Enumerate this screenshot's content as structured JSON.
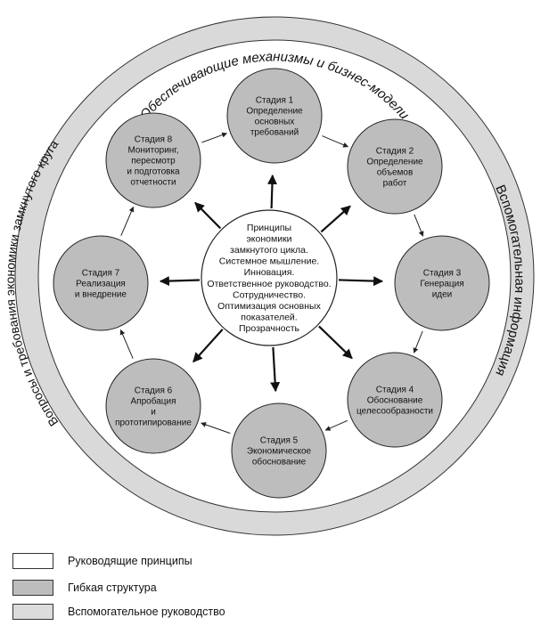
{
  "ring_labels": {
    "top": "Обеспечивающие механизмы и бизнес-модели",
    "right": "Вспомогательная информация",
    "left": "Вопросы и требования экономики замкнутого круга"
  },
  "center": {
    "lines": [
      "Принципы",
      "экономики",
      "замкнутого цикла.",
      "Системное мышление.",
      "Инновация.",
      "Ответственное руководство.",
      "Сотрудничество.",
      "Оптимизация основных",
      "показателей.",
      "Прозрачность"
    ]
  },
  "stages": [
    {
      "lines": [
        "Стадия 1",
        "Определение",
        "основных",
        "требований"
      ]
    },
    {
      "lines": [
        "Стадия 2",
        "Определение",
        "объемов",
        "работ"
      ]
    },
    {
      "lines": [
        "Стадия 3",
        "Генерация",
        "идеи"
      ]
    },
    {
      "lines": [
        "Стадия 4",
        "Обоснование",
        "целесообразности"
      ]
    },
    {
      "lines": [
        "Стадия 5",
        "Экономическое",
        "обоснование"
      ]
    },
    {
      "lines": [
        "Стадия 6",
        "Апробация",
        "и",
        "прототипирование"
      ]
    },
    {
      "lines": [
        "Стадия 7",
        "Реализация",
        "и внедрение"
      ]
    },
    {
      "lines": [
        "Стадия 8",
        "Мониторинг,",
        "пересмотр",
        "и подготовка",
        "отчетности"
      ]
    }
  ],
  "legend": [
    {
      "label": "Руководящие принципы",
      "color": "#ffffff"
    },
    {
      "label": "Гибкая структура",
      "color": "#bdbdbd"
    },
    {
      "label": "Вспомогательное руководство",
      "color": "#dcdcdc"
    }
  ],
  "colors": {
    "ring": "#d9d9d9",
    "stage_fill": "#bdbdbd",
    "center_fill": "#ffffff",
    "stroke": "#222222"
  }
}
